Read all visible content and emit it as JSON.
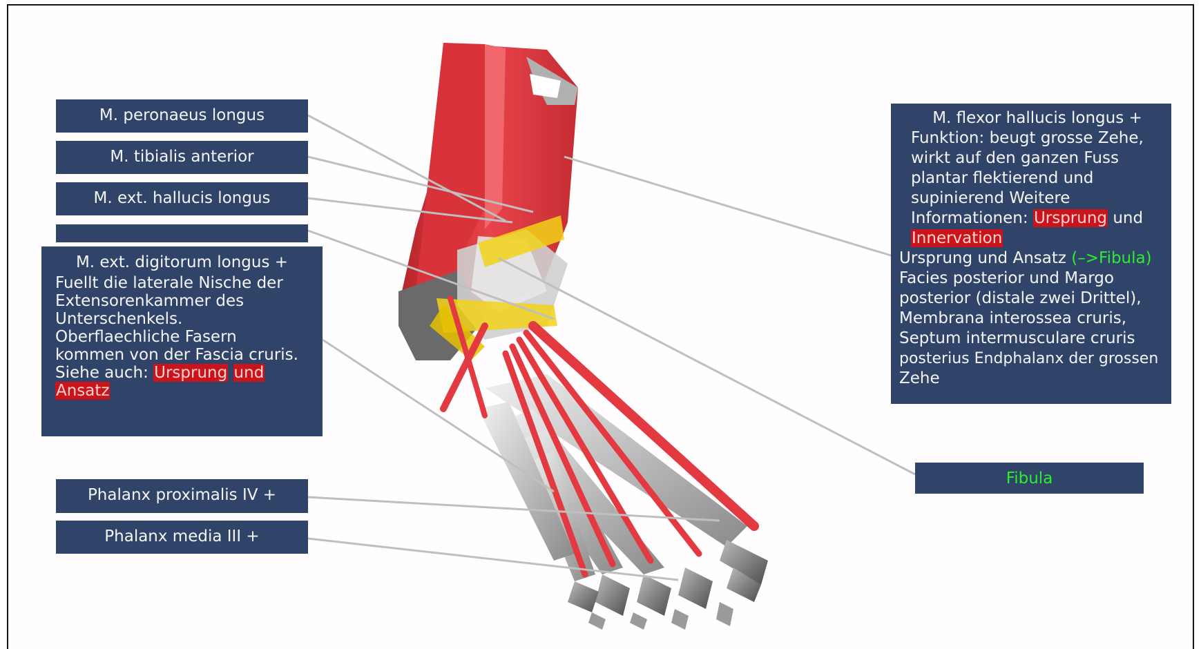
{
  "labels": {
    "peronaeus": "M. peronaeus longus",
    "tibialis": "M. tibialis anterior",
    "ext_hallucis": "M. ext. hallucis longus",
    "blank": "",
    "ext_digitorum": {
      "title": "M. ext. digitorum longus +",
      "lines": [
        "Fuellt die laterale Nische der",
        "Extensorenkammer des",
        "Unterschenkels.",
        "Oberflaechliche Fasern",
        "kommen von der Fascia cruris."
      ],
      "see_also": "Siehe auch:",
      "link_ursprung": "Ursprung",
      "link_und": "und",
      "link_ansatz": "Ansatz"
    },
    "phalanx_proximalis": "Phalanx proximalis IV +",
    "phalanx_media": "Phalanx media III +",
    "flexor_hallucis": {
      "title": "M. flexor hallucis longus +",
      "lines": [
        "Funktion: beugt grosse Zehe,",
        "wirkt auf den ganzen Fuss",
        "plantar flektierend und",
        "supinierend Weitere"
      ],
      "info_prefix": "Informationen:",
      "link_ursprung": "Ursprung",
      "und": "und",
      "link_innervation": "Innervation",
      "section_title": "Ursprung und Ansatz",
      "link_fibula": "(–>Fibula)",
      "detail_lines": [
        "Facies posterior und Margo",
        "posterior (distale zwei Drittel),",
        "Membrana interossea cruris,",
        "Septum intermusculare cruris",
        "posterius Endphalanx der grossen",
        "Zehe"
      ]
    },
    "fibula": "Fibula"
  },
  "colors": {
    "label_bg": "#30446a",
    "label_text": "#f4f4f4",
    "link_red": "#c9141c",
    "link_green": "#2eec2e",
    "muscle": "#e23a40",
    "bone": "#d9d9d9",
    "retinaculum": "#f2d21a",
    "leader_line": "#bfbfbf"
  },
  "icons": {
    "foot_model": "3d-foot-anatomy-model"
  }
}
